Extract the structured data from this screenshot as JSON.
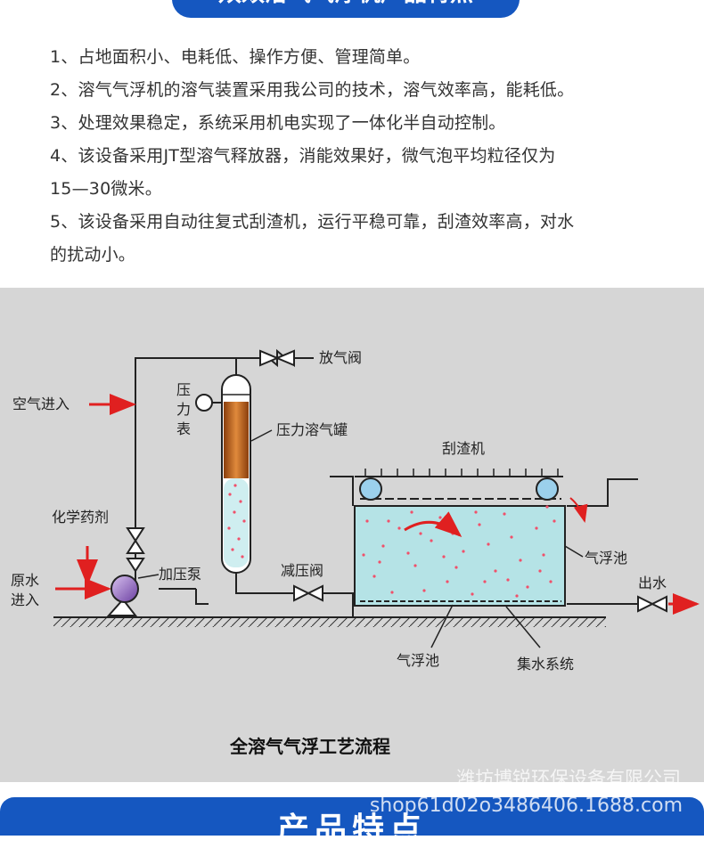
{
  "header": {
    "title": "双效溶气气浮机产品特点"
  },
  "features": [
    "1、占地面积小、电耗低、操作方便、管理简单。",
    "2、溶气气浮机的溶气装置采用我公司的技术，溶气效率高，能耗低。",
    "3、处理效果稳定，系统采用机电实现了一体化半自动控制。",
    "4、该设备采用JT型溶气释放器，消能效果好，微气泡平均粒径仅为",
    "15—30微米。",
    "5、该设备采用自动往复式刮渣机，运行平稳可靠，刮渣效率高，对水",
    "的扰动小。"
  ],
  "diagram": {
    "labels": {
      "vent_valve": "放气阀",
      "pressure_gauge_1": "压",
      "pressure_gauge_2": "力",
      "pressure_gauge_3": "表",
      "pressure_tank": "压力溶气罐",
      "air_inlet": "空气进入",
      "chemical": "化学药剂",
      "raw_water_1": "原水",
      "raw_water_2": "进入",
      "pump": "加压泵",
      "pressure_reducing_valve": "减压阀",
      "scraper": "刮渣机",
      "flotation_tank_right": "气浮池",
      "outlet": "出水",
      "flotation_tank_bottom": "气浮池",
      "water_collection": "集水系统"
    },
    "caption": "全溶气气浮工艺流程",
    "colors": {
      "water": "#b5e3e6",
      "tank_orange": "#c96a1a",
      "arrow_red": "#e02020",
      "bubble_red": "#f0506a"
    }
  },
  "watermark": {
    "company": "潍坊博锐环保设备有限公司",
    "shop": "shop61d02o3486406.1688.com"
  },
  "footer": {
    "title": "产品特点"
  }
}
